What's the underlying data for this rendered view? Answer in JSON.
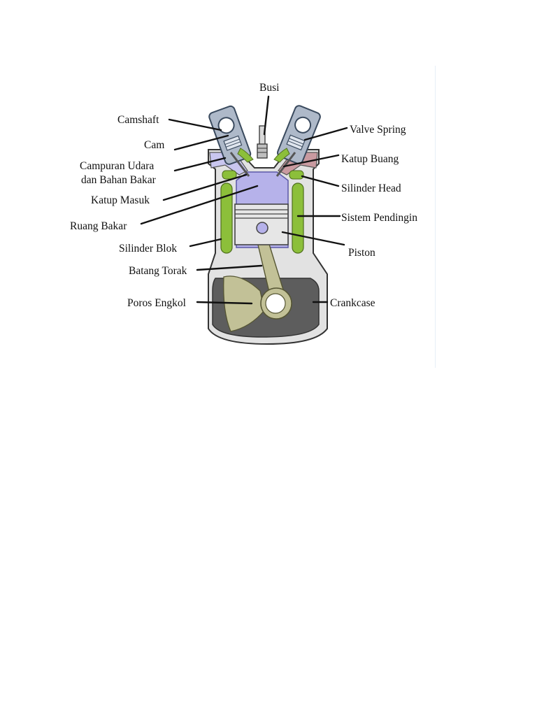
{
  "labels": {
    "busi": "Busi",
    "camshaft": "Camshaft",
    "cam": "Cam",
    "campuran_1": "Campuran Udara",
    "campuran_2": "dan Bahan Bakar",
    "katup_masuk": "Katup Masuk",
    "ruang_bakar": "Ruang Bakar",
    "silinder_blok": "Silinder Blok",
    "batang_torak": "Batang Torak",
    "poros_engkol": "Poros Engkol",
    "valve_spring": "Valve Spring",
    "katup_buang": "Katup Buang",
    "silinder_head": "Silinder Head",
    "sistem_pendingin": "Sistem Pendingin",
    "piston": "Piston",
    "crankcase": "Crankcase"
  },
  "colors": {
    "engine_body": "#e2e2e2",
    "outline": "#333333",
    "coolant": "#8cbf3a",
    "chamber": "#b6b2ea",
    "cam_housing": "#aeb9c9",
    "exhaust": "#c99aa0",
    "crankcase_interior": "#5d5d5d",
    "crank_arm": "#c2c197"
  }
}
